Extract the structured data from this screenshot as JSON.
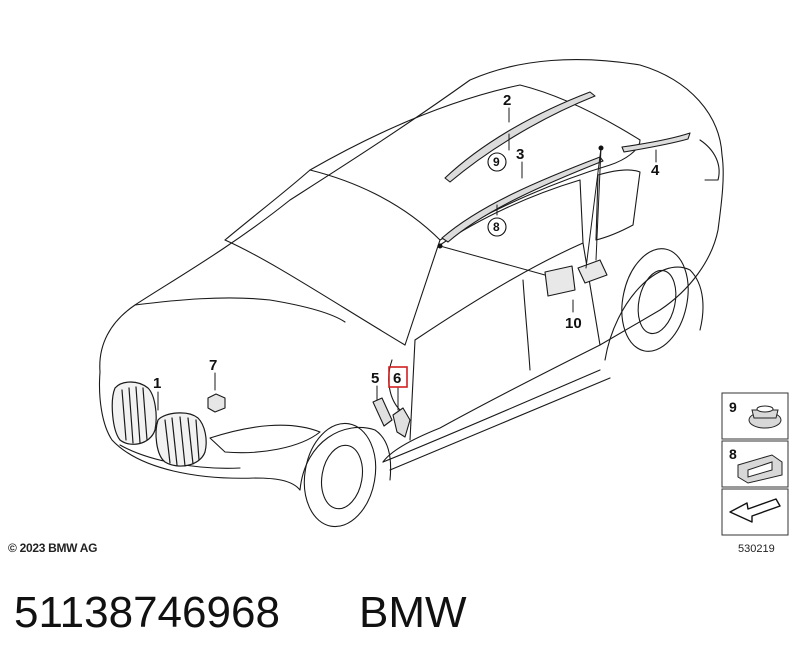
{
  "diagram": {
    "callouts": [
      "1",
      "2",
      "3",
      "4",
      "5",
      "6",
      "7",
      "10"
    ],
    "highlighted_callout": "6",
    "highlight_color": "#d02020",
    "circled_refs": [
      "9",
      "8"
    ],
    "legend": [
      {
        "number": "9",
        "part": "clip nut"
      },
      {
        "number": "8",
        "part": "mounting bracket"
      }
    ],
    "nav_icon": "arrow-icon"
  },
  "footer": {
    "copyright": "© 2023 BMW AG",
    "diagram_id": "530219"
  },
  "caption": {
    "part_number": "51138746968",
    "brand": "BMW"
  }
}
